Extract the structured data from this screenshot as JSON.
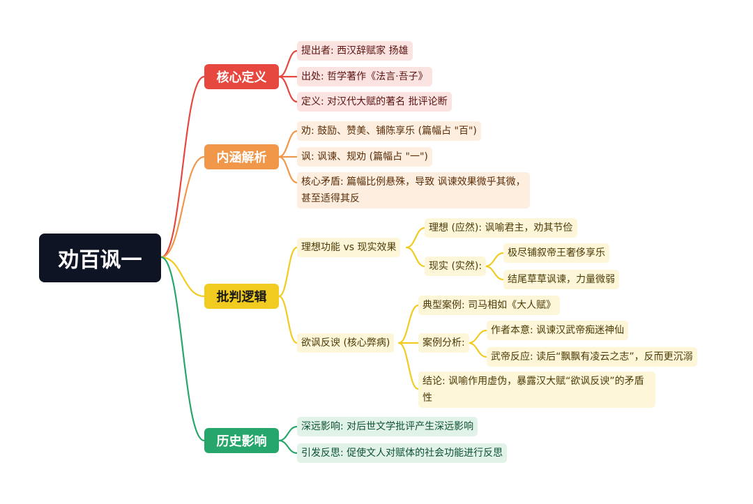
{
  "colors": {
    "red": "#e6473f",
    "orange": "#f0974a",
    "yellow": "#f1cb1f",
    "green": "#26a66a",
    "root": "#0f1424"
  },
  "root": "劝百讽一",
  "branches": {
    "core": {
      "label": "核心定义",
      "items": [
        "提出者: 西汉辞赋家 扬雄",
        "出处: 哲学著作《法言·吾子》",
        "定义: 对汉代大赋的著名 批评论断"
      ]
    },
    "meaning": {
      "label": "内涵解析",
      "items": [
        "劝: 鼓励、赞美、铺陈享乐 (篇幅占 \"百\")",
        "讽: 讽谏、规劝 (篇幅占 \"一\")",
        "核心矛盾: 篇幅比例悬殊，导致 讽谏效果微乎其微，甚至适得其反"
      ]
    },
    "critique": {
      "label": "批判逻辑",
      "ideal_vs_reality": {
        "label": "理想功能 vs 现实效果",
        "ideal": "理想 (应然): 讽喻君主，劝其节俭",
        "reality": {
          "label": "现实 (实然):",
          "items": [
            "极尽铺叙帝王奢侈享乐",
            "结尾草草讽谏，力量微弱"
          ]
        }
      },
      "counter": {
        "label": "欲讽反谀 (核心弊病)",
        "case": "典型案例: 司马相如《大人赋》",
        "analysis": {
          "label": "案例分析:",
          "items": [
            "作者本意: 讽谏汉武帝痴迷神仙",
            "武帝反应: 读后“飘飘有凌云之志”，反而更沉溺"
          ]
        },
        "conclusion": "结论: 讽喻作用虚伪，暴露汉大赋“欲讽反谀”的矛盾性"
      }
    },
    "influence": {
      "label": "历史影响",
      "items": [
        "深远影响: 对后世文学批评产生深远影响",
        "引发反思: 促使文人对赋体的社会功能进行反思"
      ]
    }
  }
}
